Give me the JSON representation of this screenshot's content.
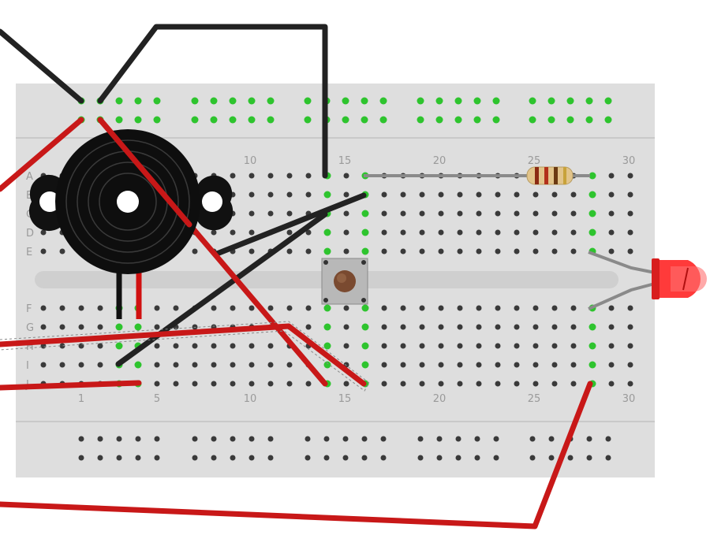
{
  "board": {
    "column_numbers": [
      "1",
      "5",
      "10",
      "15",
      "20",
      "25",
      "30"
    ],
    "top_row_letters": [
      "A",
      "B",
      "C",
      "D",
      "E"
    ],
    "bottom_row_letters": [
      "F",
      "G",
      "H",
      "I",
      "J"
    ]
  },
  "components": {
    "buzzer": "piezo-buzzer",
    "button": "push-button",
    "resistor": "resistor",
    "led": "red-led"
  },
  "colors": {
    "board": "#dedede",
    "hole": "#3a3a3a",
    "hole_active": "#2ec42e",
    "wire_red": "#c81818",
    "wire_black": "#222222",
    "led": "#ff3a3a"
  }
}
